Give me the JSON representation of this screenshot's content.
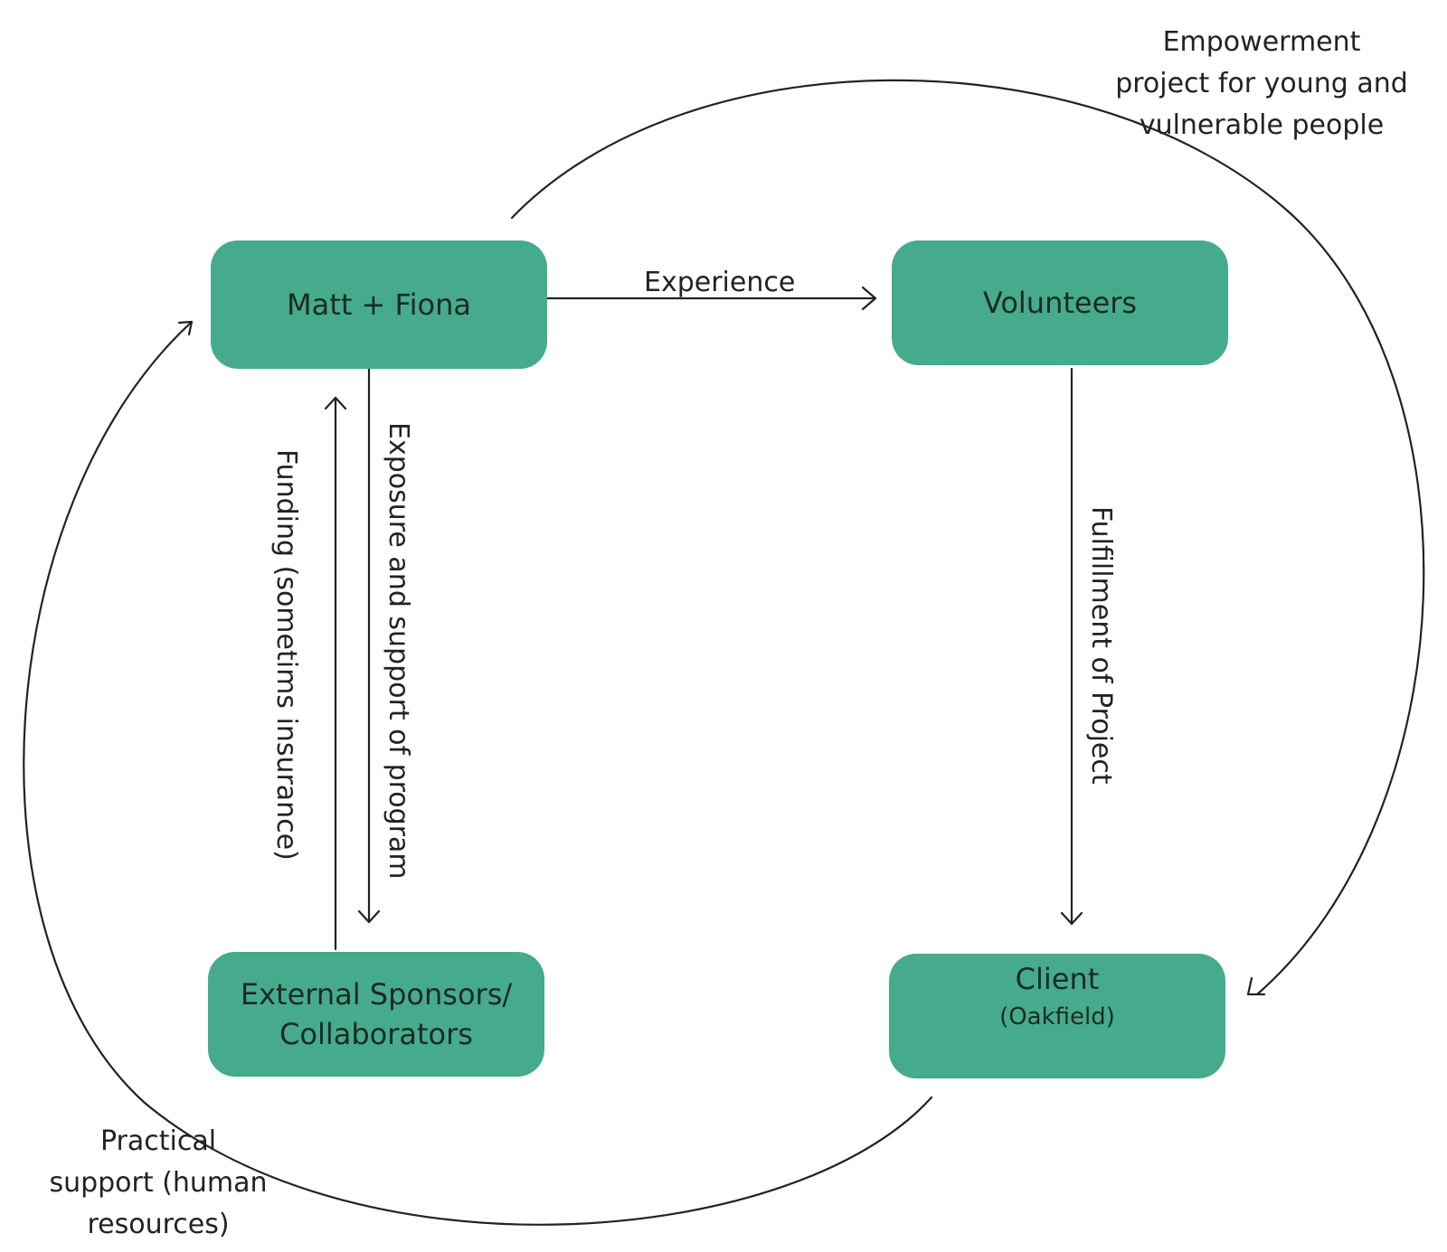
{
  "diagram": {
    "nodes": {
      "matt_fiona": {
        "label": "Matt + Fiona"
      },
      "volunteers": {
        "label": "Volunteers"
      },
      "sponsors": {
        "line1": "External Sponsors/",
        "line2": "Collaborators"
      },
      "client": {
        "line1": "Client",
        "line2": "(Oakfield)"
      }
    },
    "edges": {
      "experience": "Experience",
      "exposure": "Exposure and support of program",
      "funding": "Funding (sometims insurance)",
      "fulfillment": "Fulfillment of Project",
      "empowerment": {
        "line1": "Empowerment",
        "line2": "project for young and",
        "line3": "vulnerable people"
      },
      "practical": {
        "line1": "Practical",
        "line2": "support (human",
        "line3": "resources)"
      }
    },
    "colors": {
      "node_fill": "#45ab8c",
      "line": "#222222"
    }
  }
}
